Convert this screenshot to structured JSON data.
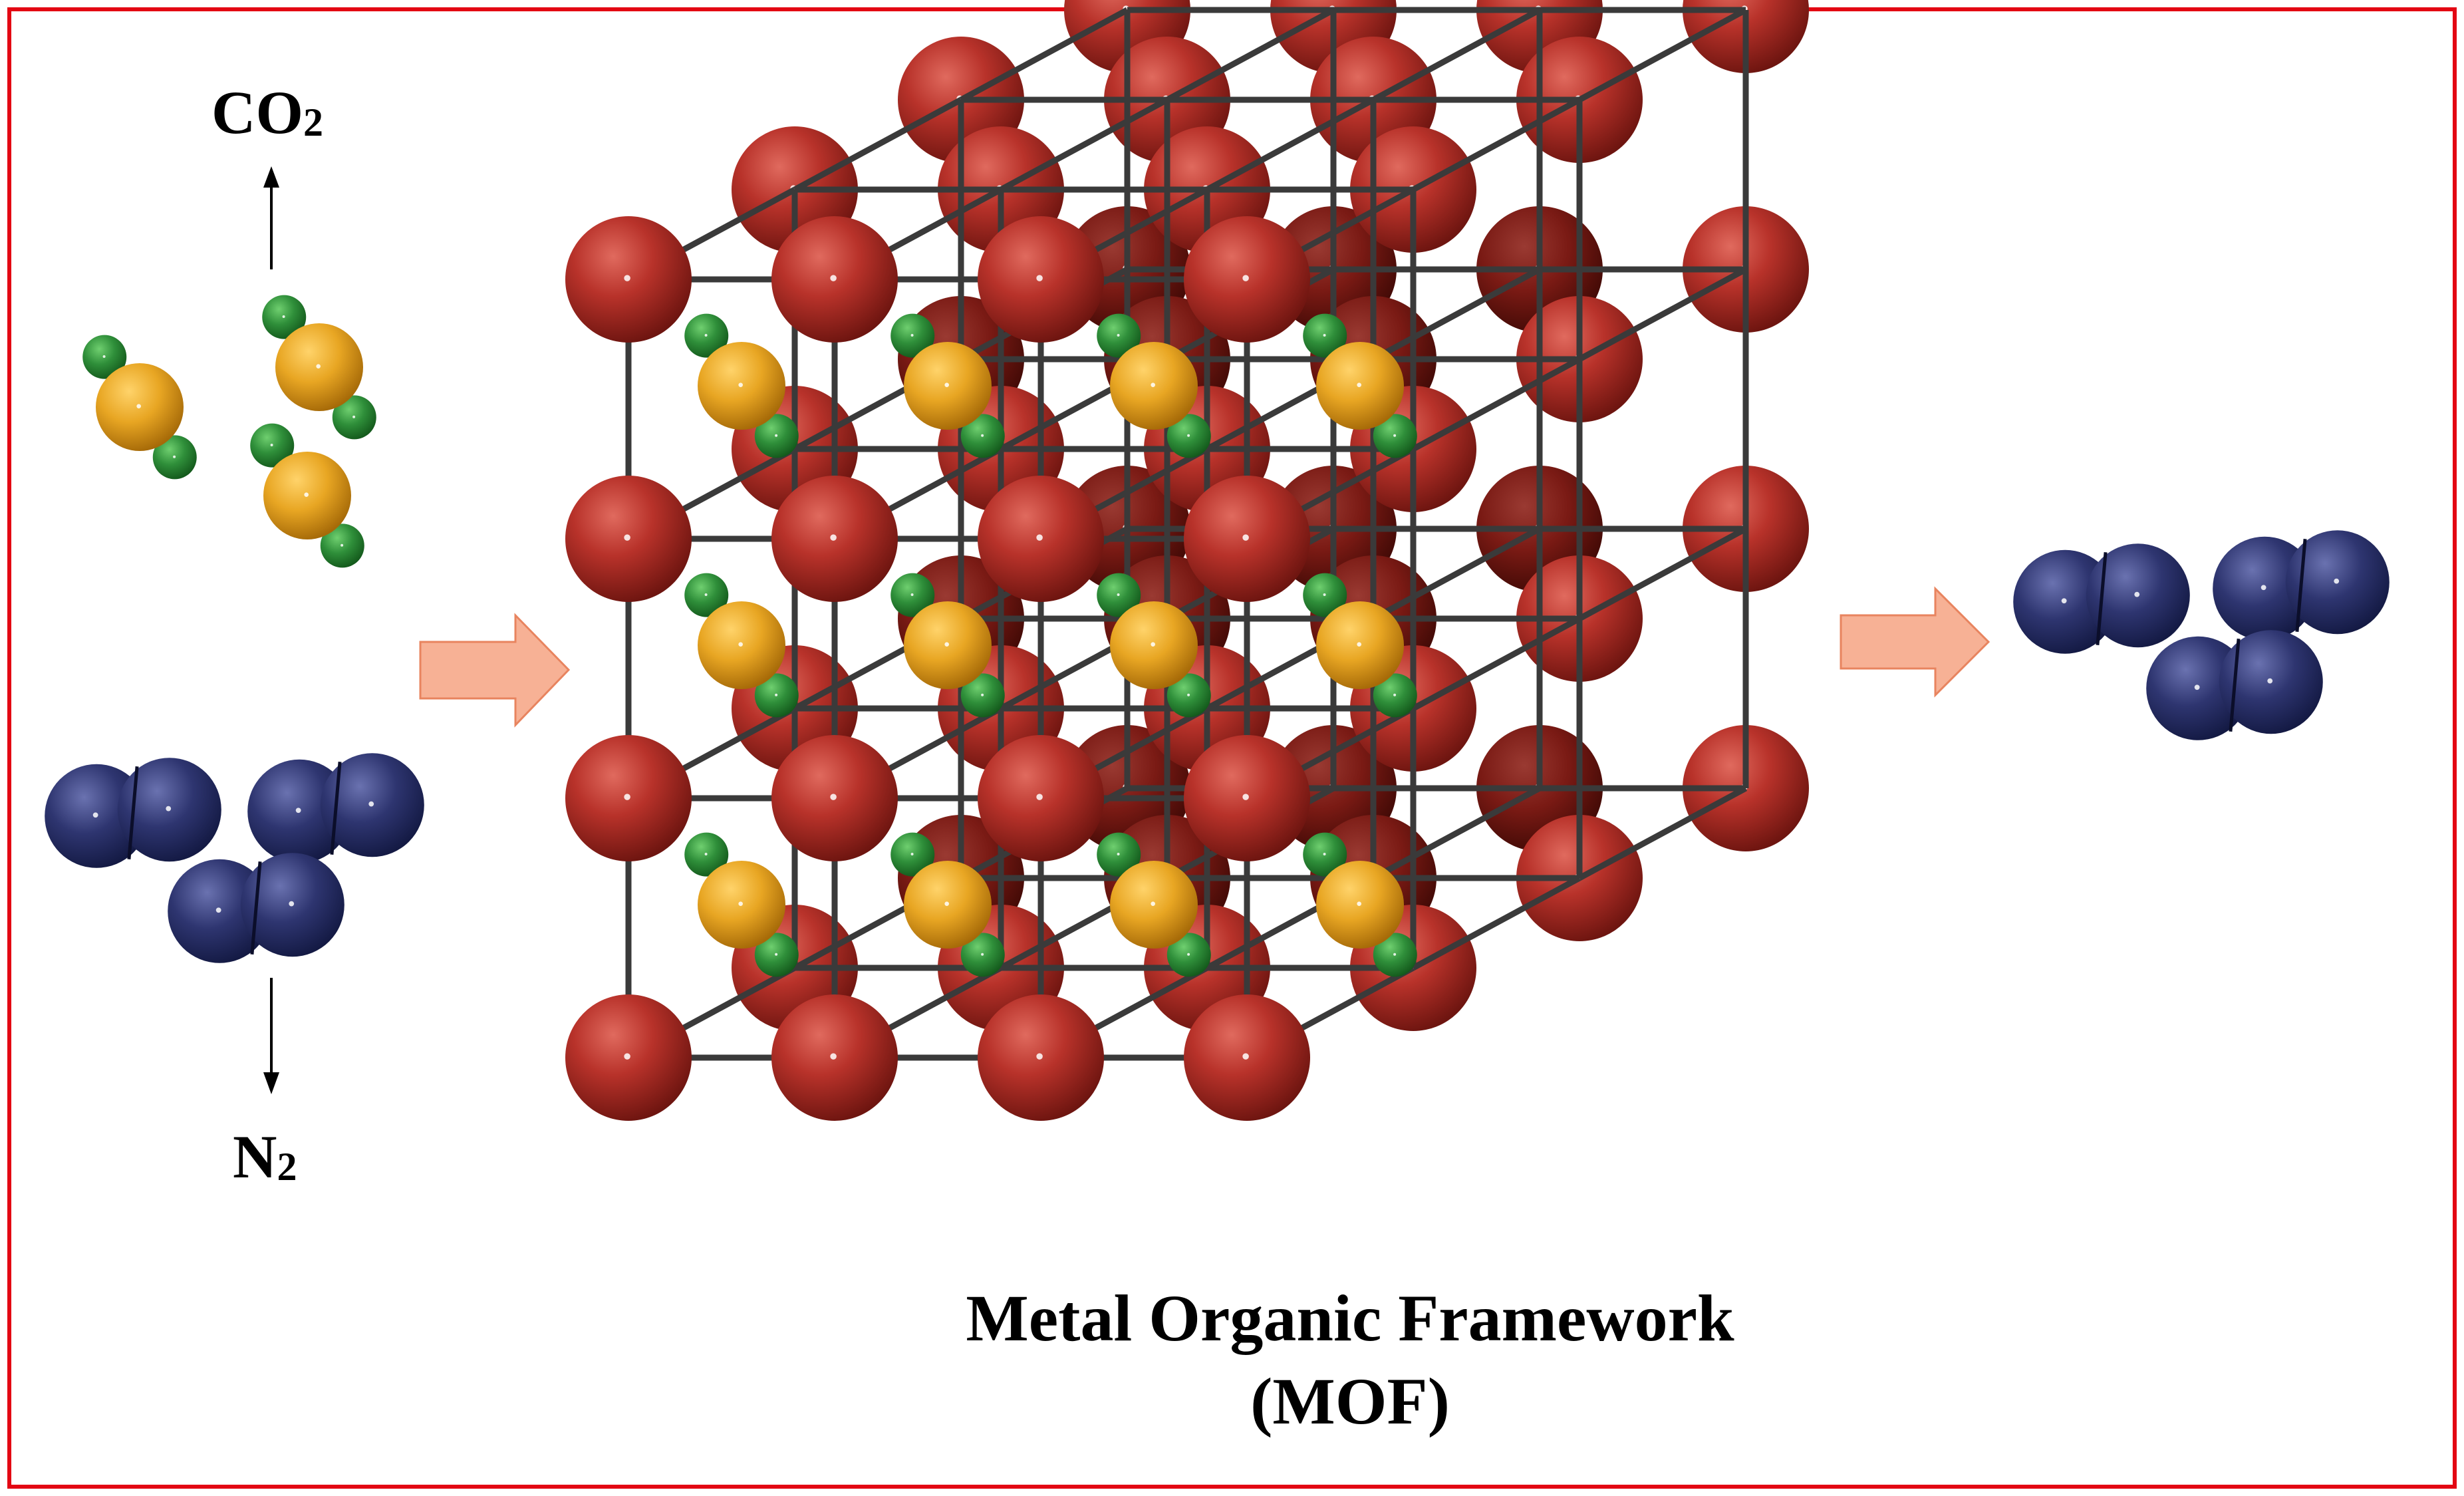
{
  "labels": {
    "co2": "CO",
    "co2_subscript": "2",
    "n2": "N",
    "n2_subscript": "2",
    "mof_title": "Metal Organic Framework",
    "mof_abbrev": "(MOF)"
  },
  "colors": {
    "frame_border": "#e30613",
    "metal_node": "#b8322a",
    "metal_node_dark": "#7a1a14",
    "linker": "#3a3a3a",
    "co2_carbon": "#e8a623",
    "co2_oxygen": "#2f8f3a",
    "n2_atom": "#2e3570",
    "flow_arrow": "#f7b195",
    "flow_arrow_edge": "#e8845f",
    "text": "#000000"
  },
  "icons": {
    "flow_arrow": "right-arrow-icon",
    "direction_arrow_up": "up-arrow-icon",
    "direction_arrow_down": "down-arrow-icon"
  }
}
